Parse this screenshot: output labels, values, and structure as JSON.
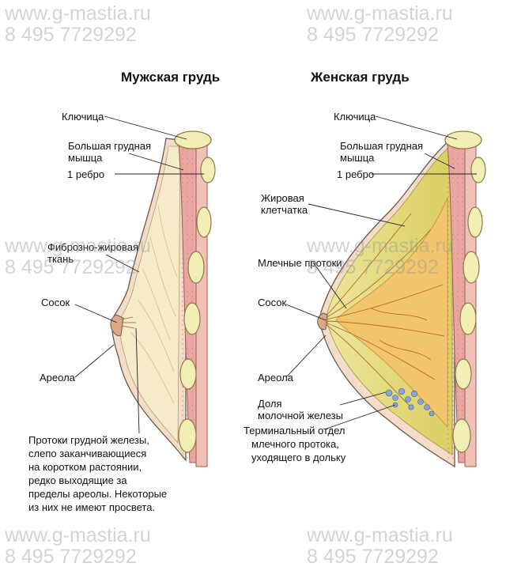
{
  "titles": {
    "male": "Мужская грудь",
    "female": "Женская грудь"
  },
  "watermark": {
    "site": "www.g-mastia.ru",
    "phone": "8 495 7729292"
  },
  "male_labels": {
    "clavicle": "Ключица",
    "pectoral_1": "Большая грудная",
    "pectoral_2": "мышца",
    "rib": "1 ребро",
    "fibro_1": "Фиброзно-жировая",
    "fibro_2": "ткань",
    "nipple": "Сосок",
    "areola": "Ареола"
  },
  "male_note": [
    "Протоки грудной железы,",
    "слепо заканчивающиеся",
    "на коротком растоянии,",
    "редко выходящие за",
    "пределы ареолы. Некоторые",
    "из них не имеют просвета."
  ],
  "female_labels": {
    "clavicle": "Ключица",
    "pectoral_1": "Большая грудная",
    "pectoral_2": "мышца",
    "rib": "1 ребро",
    "fat_1": "Жировая",
    "fat_2": "клетчатка",
    "ducts": "Млечные протоки",
    "nipple": "Сосок",
    "areola": "Ареола",
    "lobe_1": "Доля",
    "lobe_2": "молочной железы",
    "terminal_1": "Терминальный отдел",
    "terminal_2": "млечного протока,",
    "terminal_3": "уходящего в дольку"
  },
  "colors": {
    "muscle": "#e9a7a0",
    "bone": "#f3eeb4",
    "skin": "#f3dcc8",
    "fat_male": "#f6ebc8",
    "fat_female": "#e8e080",
    "gland": "#f2c56c",
    "lobule": "#8aa4d4"
  }
}
